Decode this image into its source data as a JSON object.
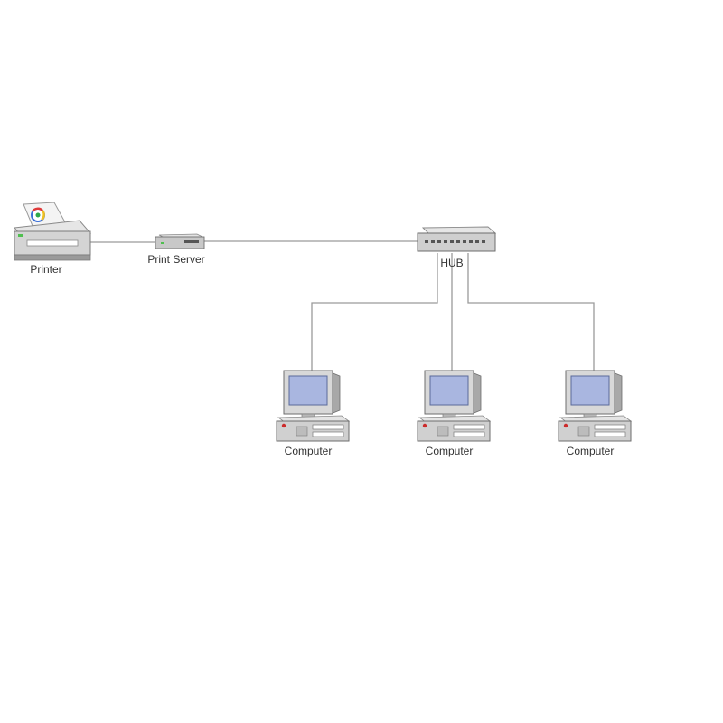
{
  "nodes": {
    "printer": {
      "label": "Printer"
    },
    "print_server": {
      "label": "Print Server"
    },
    "hub": {
      "label": "HUB"
    },
    "computers": [
      {
        "label": "Computer"
      },
      {
        "label": "Computer"
      },
      {
        "label": "Computer"
      }
    ]
  },
  "colors": {
    "line": "#9a9a9a",
    "device_body": "#d8d8d8",
    "device_shadow": "#8a8a8a",
    "screen": "#a9b6e0",
    "indicator_red": "#cc2b2b",
    "indicator_green": "#4fbf4f"
  }
}
